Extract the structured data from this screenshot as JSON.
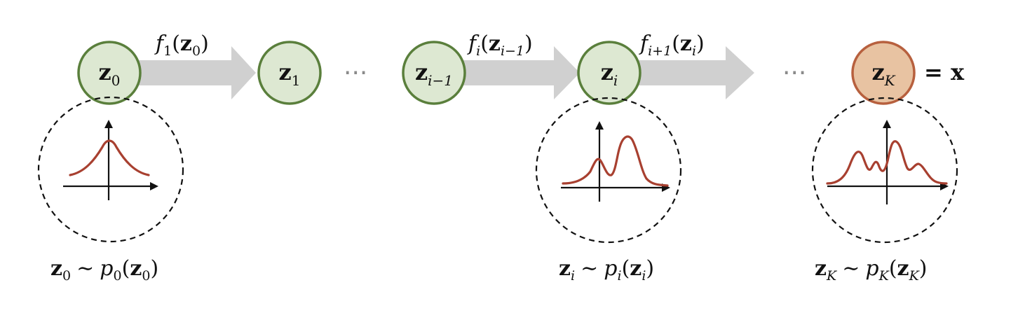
{
  "diagram": {
    "colors": {
      "node_fill": "#dde8d2",
      "node_stroke": "#5a7f3c",
      "output_fill": "#e8c3a2",
      "output_stroke": "#b7603e",
      "arrow": "#d0d0d0",
      "density_curve": "#a84030"
    },
    "nodes": {
      "z0": {
        "main": "z",
        "sub": "0"
      },
      "z1": {
        "main": "z",
        "sub": "1"
      },
      "zim1": {
        "main": "z",
        "sub": "i−1"
      },
      "zi": {
        "main": "z",
        "sub": "i"
      },
      "zK": {
        "main": "z",
        "sub": "K"
      }
    },
    "output_equals": "= x",
    "ellipsis": "···",
    "transforms": {
      "f1": {
        "fn": "f",
        "fn_sub": "1",
        "arg": "z",
        "arg_sub": "0"
      },
      "fi": {
        "fn": "f",
        "fn_sub": "i",
        "arg": "z",
        "arg_sub": "i−1"
      },
      "fi1": {
        "fn": "f",
        "fn_sub": "i+1",
        "arg": "z",
        "arg_sub": "i"
      }
    },
    "distributions": {
      "p0": {
        "var": "z",
        "var_sub": "0",
        "sim": "∼",
        "fn": "p",
        "fn_sub": "0",
        "arg": "z",
        "arg_sub": "0"
      },
      "pi": {
        "var": "z",
        "var_sub": "i",
        "sim": "∼",
        "fn": "p",
        "fn_sub": "i",
        "arg": "z",
        "arg_sub": "i"
      },
      "pK": {
        "var": "z",
        "var_sub": "K",
        "sim": "∼",
        "fn": "p",
        "fn_sub": "K",
        "arg": "z",
        "arg_sub": "K"
      }
    },
    "density_icons": [
      {
        "name": "unimodal"
      },
      {
        "name": "bimodal"
      },
      {
        "name": "multimodal"
      }
    ]
  }
}
